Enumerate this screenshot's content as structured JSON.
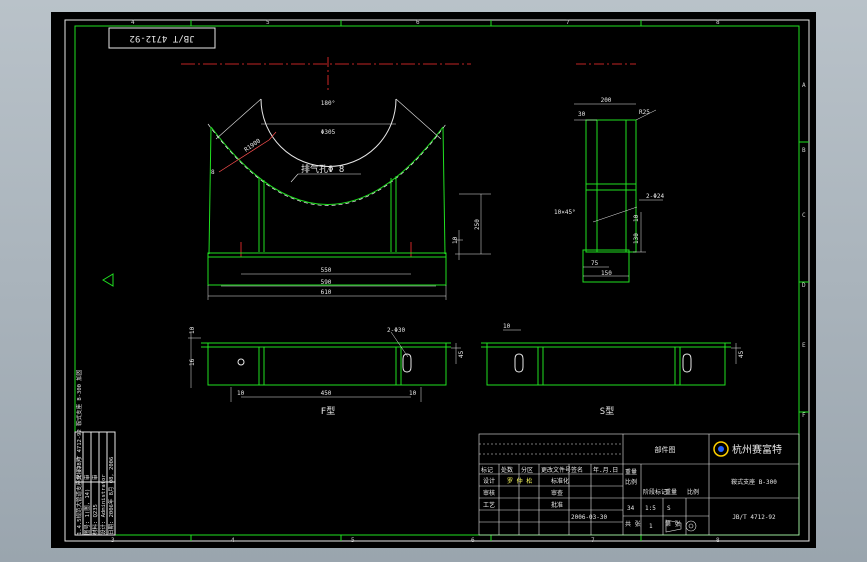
{
  "drawing": {
    "border_marks": {
      "top": [
        "4",
        "5",
        "6",
        "7",
        "8"
      ],
      "right": [
        "A",
        "B",
        "C",
        "D",
        "E",
        "F"
      ],
      "bottom": [
        "3",
        "4",
        "5",
        "6",
        "7",
        "8"
      ]
    },
    "code_box": "JB/T 4712-92",
    "front_view": {
      "angle": "180°",
      "dia_inner": "Φ305",
      "radius_outer": "R1900",
      "vent_label": "排气孔Φ 8",
      "small_dim_left": "8",
      "dim_t": "10",
      "dim_height": "250",
      "dim_w1": "550",
      "dim_w2": "590",
      "dim_w3": "610"
    },
    "side_view": {
      "dim_top": "200",
      "dim_left": "30",
      "dim_r": "R25",
      "dim_chamfer": "10×45°",
      "dim_weld": "2-Φ24",
      "dim_v1": "10",
      "dim_v2": "130",
      "dim_b1": "75",
      "dim_b2": "150"
    },
    "plan_f": {
      "dim_10": "10",
      "dim_16": "16",
      "dim_holes": "2-Φ30",
      "dim_45": "45",
      "dim_450": "450",
      "dim_10a": "10",
      "dim_10b": "10",
      "label": "F型"
    },
    "plan_s": {
      "dim_10": "10",
      "dim_45": "45",
      "label": "S型"
    },
    "left_notes": [
      "1.4.5规范大管道支座焊接JB/T 4712-92 鞍式支座 B-300 加固",
      "图号: 1(图, 14)",
      "材料: Q235",
      "设计: Administrator",
      "日期: 2006年 8月 08, 2006"
    ],
    "left_stamp": [
      "文 件 号",
      "审",
      "审"
    ],
    "title_block": {
      "sheet_title": "部件图",
      "company": "杭州赛富特",
      "part_name": "鞍式支座 B-300",
      "standard_no": "JB/T 4712-92",
      "header_row": [
        "标记",
        "处数",
        "分区",
        "更改文件号",
        "签名",
        "年.月.日"
      ],
      "design_label": "设计",
      "design_name": "罗 仲 松",
      "std_check": "标准化",
      "check": "审核",
      "process": "工艺",
      "audit": "审查",
      "approve": "批准",
      "date": "2006-03-30",
      "stage_labels": [
        "阶段标记",
        "重量",
        "比例"
      ],
      "stage_value": "S",
      "weight": "34",
      "scale": "1:5",
      "weight_label": "重量",
      "scale_label": "比例",
      "sheets_label": "共 张",
      "sheet_count": "1",
      "rev_label": "第 张"
    }
  }
}
